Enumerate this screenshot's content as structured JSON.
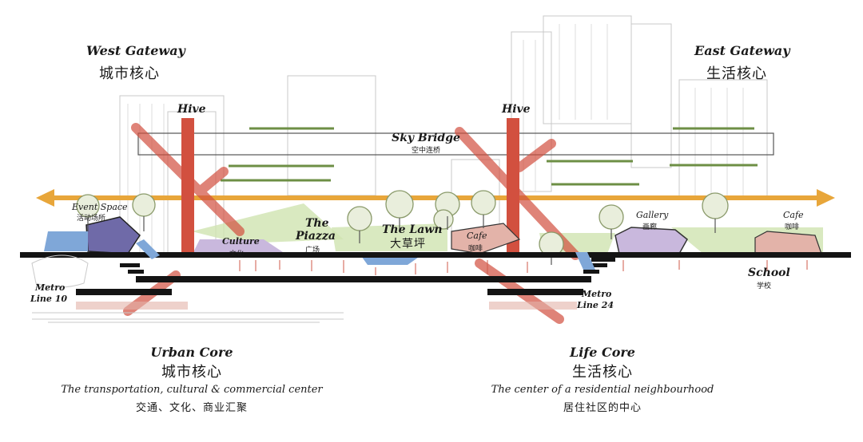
{
  "colors": {
    "axis_orange": "#E8A63A",
    "hive_red": "#D2503F",
    "culture_purple": "#C9B8DD",
    "lawn_green": "#CFE3B0",
    "water_blue": "#7FA7D8",
    "cafe_pink": "#E3B3A9",
    "deck_black": "#141414"
  },
  "west_gateway": {
    "en": "West Gateway",
    "cn": "城市核心"
  },
  "east_gateway": {
    "en": "East Gateway",
    "cn": "生活核心"
  },
  "hive_left": "Hive",
  "hive_right": "Hive",
  "sky_bridge": {
    "en": "Sky Bridge",
    "cn": "空中连桥"
  },
  "event_space": {
    "en": "Event Space",
    "cn": "活动场所"
  },
  "culture": {
    "en": "Culture",
    "cn": "文化"
  },
  "piazza": {
    "en1": "The",
    "en2": "Piazza",
    "cn": "广场"
  },
  "lawn": {
    "en": "The Lawn",
    "cn": "大草坪"
  },
  "cafe_mid": {
    "en": "Cafe",
    "cn": "咖啡"
  },
  "gallery": {
    "en": "Gallery",
    "cn": "画廊"
  },
  "cafe_right": {
    "en": "Cafe",
    "cn": "咖啡"
  },
  "school": {
    "en": "School",
    "cn": "学校"
  },
  "metro_10": {
    "line1": "Metro",
    "line2": "Line 10"
  },
  "metro_24": {
    "line1": "Metro",
    "line2": "Line 24"
  },
  "urban_core": {
    "en": "Urban Core",
    "cn": "城市核心",
    "desc_en": "The transportation, cultural & commercial center",
    "desc_cn": "交通、文化、商业汇聚"
  },
  "life_core": {
    "en": "Life Core",
    "cn": "生活核心",
    "desc_en": "The center of a residential neighbourhood",
    "desc_cn": "居住社区的中心"
  }
}
